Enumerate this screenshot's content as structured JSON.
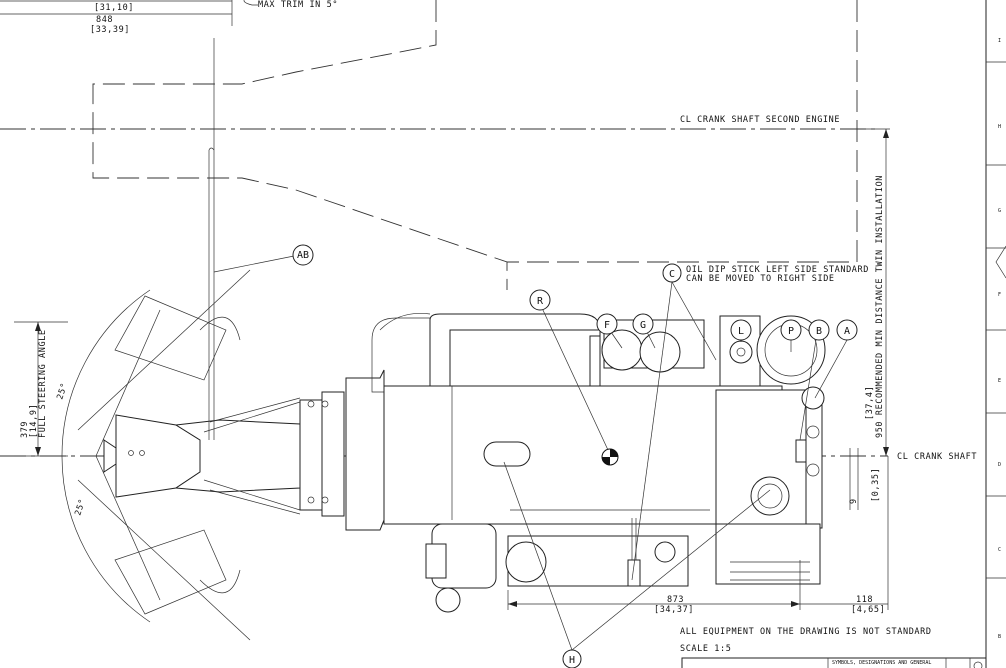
{
  "dimensions": {
    "top_a": "[31,10]",
    "top_b": "848",
    "top_c": "[33,39]",
    "trim": "MAX TRIM IN 5°",
    "steer_mm": "379",
    "steer_in": "[14,9]",
    "steer_label": "FULL STEERING ANGLE",
    "angle_upper": "25°",
    "angle_lower": "25°",
    "length_mm": "873",
    "length_in": "[34,37]",
    "offset_mm": "118",
    "offset_in": "[4,65]",
    "small_mm": "9",
    "small_in": "[0,35]",
    "twin_text": "950 RECOMMENDED MIN DISTANCE TWIN INSTALLATION",
    "twin_in": "[37,4]"
  },
  "notes": {
    "cl_second": "CL  CRANK SHAFT SECOND ENGINE",
    "cl_crank": "CL  CRANK SHAFT",
    "oil_line1": "OIL DIP STICK LEFT SIDE STANDARD",
    "oil_line2": "CAN BE MOVED TO RIGHT SIDE",
    "equipment": "ALL EQUIPMENT ON THE DRAWING IS NOT STANDARD",
    "scale": "SCALE 1:5",
    "titleblock": "SYMBOLS, DESIGNATIONS AND GENERAL"
  },
  "balloons": {
    "AB": "AB",
    "C": "C",
    "R": "R",
    "F": "F",
    "G": "G",
    "L": "L",
    "P": "P",
    "B": "B",
    "A": "A",
    "H": "H"
  },
  "border_letters": {
    "r1": "I",
    "r2": "H",
    "r3": "G",
    "r4": "F",
    "r5": "E",
    "r6": "D",
    "r7": "C",
    "r8": "B"
  }
}
